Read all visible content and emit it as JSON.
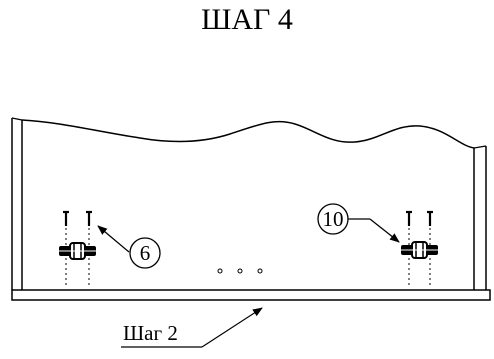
{
  "title": "ШАГ 4",
  "callouts": {
    "left_part": "6",
    "right_part": "10"
  },
  "reference_label": "Шаг 2"
}
